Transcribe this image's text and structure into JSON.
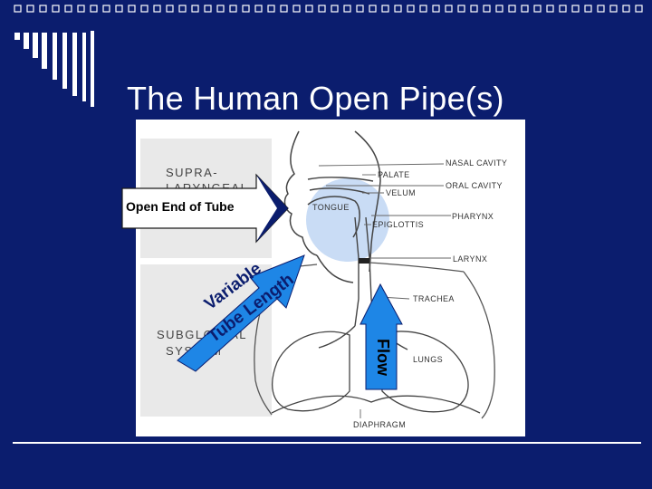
{
  "title": "The Human Open Pipe(s)",
  "anatomy_labels": {
    "nasal_cavity": "NASAL CAVITY",
    "palate": "PALATE",
    "oral_cavity": "ORAL CAVITY",
    "velum": "VELUM",
    "tongue": "TONGUE",
    "pharynx": "PHARYNX",
    "epiglottis": "EPIGLOTTIS",
    "larynx": "LARYNX",
    "trachea": "TRACHEA",
    "lungs": "LUNGS",
    "diaphragm": "DIAPHRAGM"
  },
  "system_labels": {
    "supra_line1": "SUPRA-",
    "supra_line2": "LARYNGEAL",
    "sub_line1": "SUBGLOTTAL",
    "sub_line2": "SYSTEM"
  },
  "callouts": {
    "open_end": "Open End of Tube",
    "variable_line1": "Variable",
    "variable_line2": "Tube Length",
    "flow": "Flow"
  },
  "colors": {
    "background": "#0b1d6e",
    "arrow_fill": "#1e86e6",
    "arrow_dark": "#0b1d6e",
    "highlight_circle": "#c9dcf5",
    "panel": "#ffffff"
  }
}
